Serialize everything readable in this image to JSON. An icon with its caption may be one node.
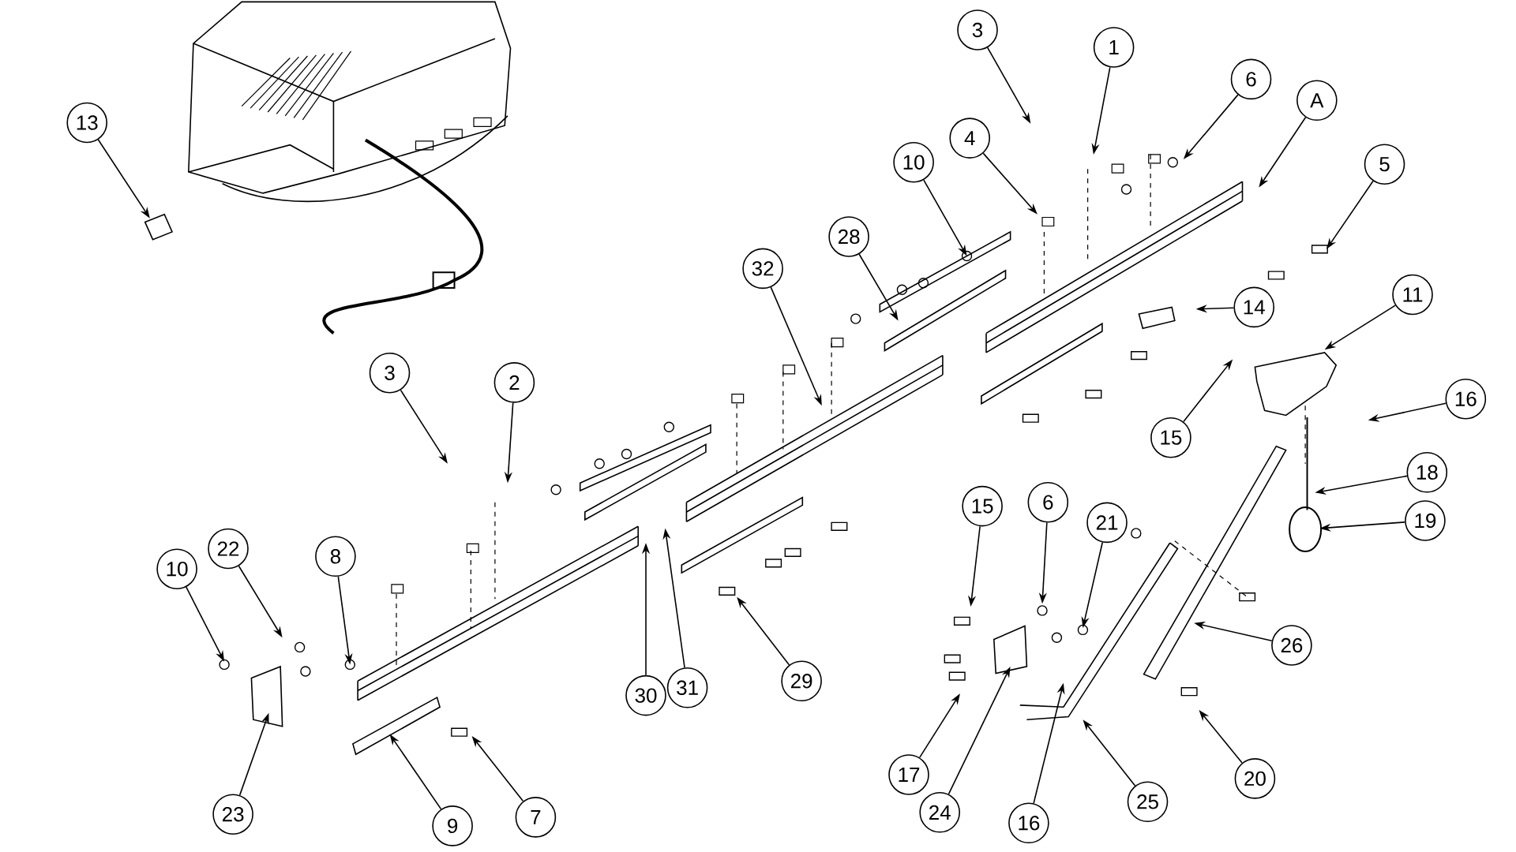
{
  "diagram": {
    "nodes": [
      {
        "text": [
          "13"
        ]
      },
      {
        "text": [
          "3"
        ]
      },
      {
        "text": [
          "1"
        ]
      },
      {
        "text": [
          "6"
        ]
      },
      {
        "text": [
          "A"
        ]
      },
      {
        "text": [
          "5"
        ]
      },
      {
        "text": [
          "10"
        ]
      },
      {
        "text": [
          "4"
        ]
      },
      {
        "text": [
          "28"
        ]
      },
      {
        "text": [
          "32"
        ]
      },
      {
        "text": [
          "14"
        ]
      },
      {
        "text": [
          "11"
        ]
      },
      {
        "text": [
          "16"
        ]
      },
      {
        "text": [
          "15"
        ]
      },
      {
        "text": [
          "18"
        ]
      },
      {
        "text": [
          "19"
        ]
      },
      {
        "text": [
          "3"
        ]
      },
      {
        "text": [
          "2"
        ]
      },
      {
        "text": [
          "22"
        ]
      },
      {
        "text": [
          "10"
        ]
      },
      {
        "text": [
          "8"
        ]
      },
      {
        "text": [
          "15"
        ]
      },
      {
        "text": [
          "6"
        ]
      },
      {
        "text": [
          "21"
        ]
      },
      {
        "text": [
          "30"
        ]
      },
      {
        "text": [
          "31"
        ]
      },
      {
        "text": [
          "29"
        ]
      },
      {
        "text": [
          "26"
        ]
      },
      {
        "text": [
          "20"
        ]
      },
      {
        "text": [
          "17"
        ]
      },
      {
        "text": [
          "24"
        ]
      },
      {
        "text": [
          "16"
        ]
      },
      {
        "text": [
          "25"
        ]
      },
      {
        "text": [
          "23"
        ]
      },
      {
        "text": [
          "9"
        ]
      },
      {
        "text": [
          "7"
        ]
      }
    ],
    "edges": [
      {
        "from": 0,
        "to": null,
        "arrow": "to"
      },
      {
        "from": 1,
        "to": null,
        "arrow": "to"
      },
      {
        "from": 2,
        "to": null,
        "arrow": "to"
      },
      {
        "from": 3,
        "to": null,
        "arrow": "to"
      },
      {
        "from": 4,
        "to": null,
        "arrow": "to"
      },
      {
        "from": 5,
        "to": null,
        "arrow": "to"
      },
      {
        "from": 6,
        "to": null,
        "arrow": "to"
      },
      {
        "from": 7,
        "to": null,
        "arrow": "to"
      },
      {
        "from": 8,
        "to": null,
        "arrow": "to"
      },
      {
        "from": 9,
        "to": null,
        "arrow": "to"
      },
      {
        "from": 10,
        "to": null,
        "arrow": "to"
      },
      {
        "from": 11,
        "to": null,
        "arrow": "to"
      },
      {
        "from": 12,
        "to": null,
        "arrow": "to"
      },
      {
        "from": 13,
        "to": null,
        "arrow": "to"
      },
      {
        "from": 14,
        "to": null,
        "arrow": "to"
      },
      {
        "from": 15,
        "to": null,
        "arrow": "to"
      },
      {
        "from": 16,
        "to": null,
        "arrow": "to"
      },
      {
        "from": 17,
        "to": null,
        "arrow": "to"
      },
      {
        "from": 18,
        "to": null,
        "arrow": "to"
      },
      {
        "from": 19,
        "to": null,
        "arrow": "to"
      },
      {
        "from": 20,
        "to": null,
        "arrow": "to"
      },
      {
        "from": 21,
        "to": null,
        "arrow": "to"
      },
      {
        "from": 22,
        "to": null,
        "arrow": "to"
      },
      {
        "from": 23,
        "to": null,
        "arrow": "to"
      },
      {
        "from": 24,
        "to": null,
        "arrow": "to"
      },
      {
        "from": 25,
        "to": null,
        "arrow": "to"
      },
      {
        "from": 26,
        "to": null,
        "arrow": "to"
      },
      {
        "from": 27,
        "to": null,
        "arrow": "to"
      },
      {
        "from": 28,
        "to": null,
        "arrow": "to"
      },
      {
        "from": 29,
        "to": null,
        "arrow": "to"
      },
      {
        "from": 30,
        "to": null,
        "arrow": "to"
      },
      {
        "from": 31,
        "to": null,
        "arrow": "to"
      },
      {
        "from": 32,
        "to": null,
        "arrow": "to"
      },
      {
        "from": 33,
        "to": null,
        "arrow": "to"
      },
      {
        "from": 34,
        "to": null,
        "arrow": "to"
      },
      {
        "from": 35,
        "to": null,
        "arrow": "to"
      }
    ]
  }
}
